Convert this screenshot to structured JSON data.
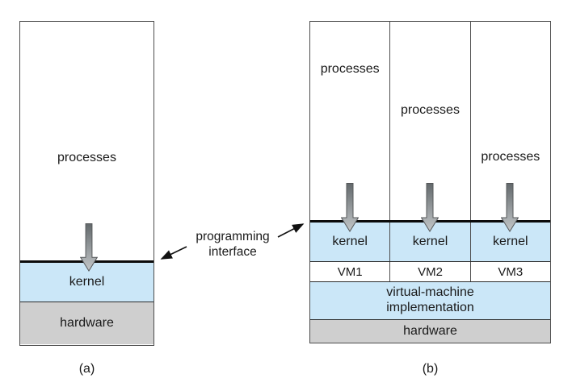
{
  "figure": {
    "interface_label_line1": "programming",
    "interface_label_line2": "interface",
    "caption_a": "(a)",
    "caption_b": "(b)"
  },
  "diagram_a": {
    "processes_label": "processes",
    "kernel_label": "kernel",
    "hardware_label": "hardware"
  },
  "diagram_b": {
    "columns": [
      {
        "processes_label": "processes",
        "kernel_label": "kernel",
        "vm_label": "VM1"
      },
      {
        "processes_label": "processes",
        "kernel_label": "kernel",
        "vm_label": "VM2"
      },
      {
        "processes_label": "processes",
        "kernel_label": "kernel",
        "vm_label": "VM3"
      }
    ],
    "vm_implementation_line1": "virtual-machine",
    "vm_implementation_line2": "implementation",
    "hardware_label": "hardware"
  },
  "colors": {
    "kernel_blue": "#cbe7f8",
    "hardware_gray": "#cfcfcf",
    "box_border": "#4d4d4d",
    "thick_line": "#0b0b0b",
    "arrow_dark": "#63696c",
    "arrow_light": "#c3c7c9"
  }
}
